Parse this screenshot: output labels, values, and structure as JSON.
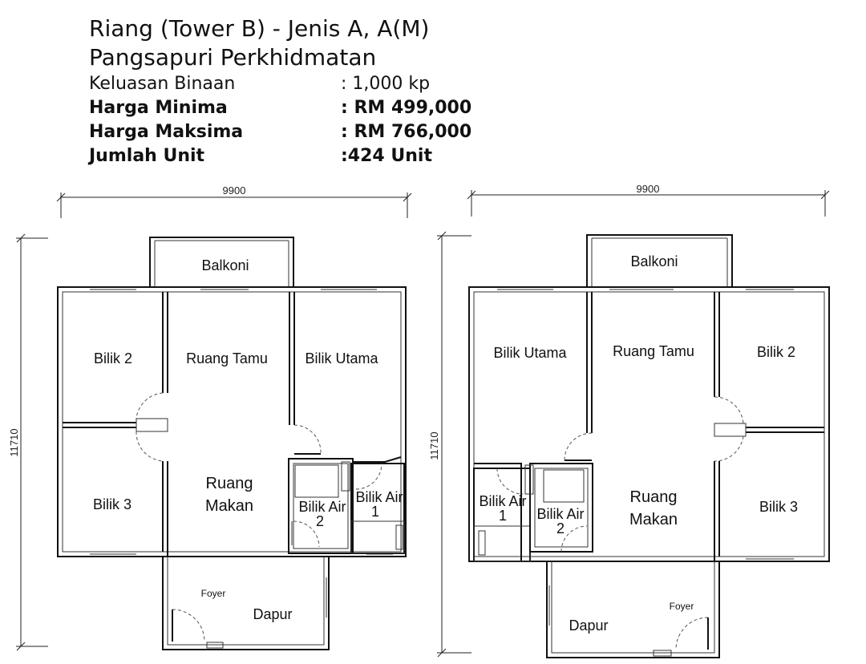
{
  "header": {
    "title_line1": "Riang (Tower B) - Jenis A, A(M)",
    "title_line2": "Pangsapuri Perkhidmatan",
    "specs": [
      {
        "label": "Keluasan Binaan",
        "value": ": 1,000 kp",
        "bold": false
      },
      {
        "label": "Harga Minima",
        "value": ": RM 499,000",
        "bold": true
      },
      {
        "label": "Harga Maksima",
        "value": ": RM 766,000",
        "bold": true
      },
      {
        "label": "Jumlah Unit",
        "value": ":424 Unit",
        "bold": true
      }
    ]
  },
  "plan_left": {
    "width_dim": "9900",
    "height_dim": "11710",
    "rooms": {
      "balkoni": "Balkoni",
      "bilik_2": "Bilik 2",
      "ruang_tamu": "Ruang Tamu",
      "bilik_utama": "Bilik Utama",
      "bilik_3": "Bilik 3",
      "ruang": "Ruang",
      "makan": "Makan",
      "bilik_air_1_a": "Bilik Air",
      "bilik_air_1_b": "1",
      "bilik_air_2_a": "Bilik Air",
      "bilik_air_2_b": "2",
      "foyer": "Foyer",
      "dapur": "Dapur"
    }
  },
  "plan_right": {
    "width_dim": "9900",
    "height_dim": "11710",
    "rooms": {
      "balkoni": "Balkoni",
      "bilik_utama": "Bilik Utama",
      "ruang_tamu": "Ruang Tamu",
      "bilik_2": "Bilik 2",
      "bilik_3": "Bilik 3",
      "ruang": "Ruang",
      "makan": "Makan",
      "bilik_air_1_a": "Bilik Air",
      "bilik_air_1_b": "1",
      "bilik_air_2_a": "Bilik Air",
      "bilik_air_2_b": "2",
      "foyer": "Foyer",
      "dapur": "Dapur"
    }
  }
}
